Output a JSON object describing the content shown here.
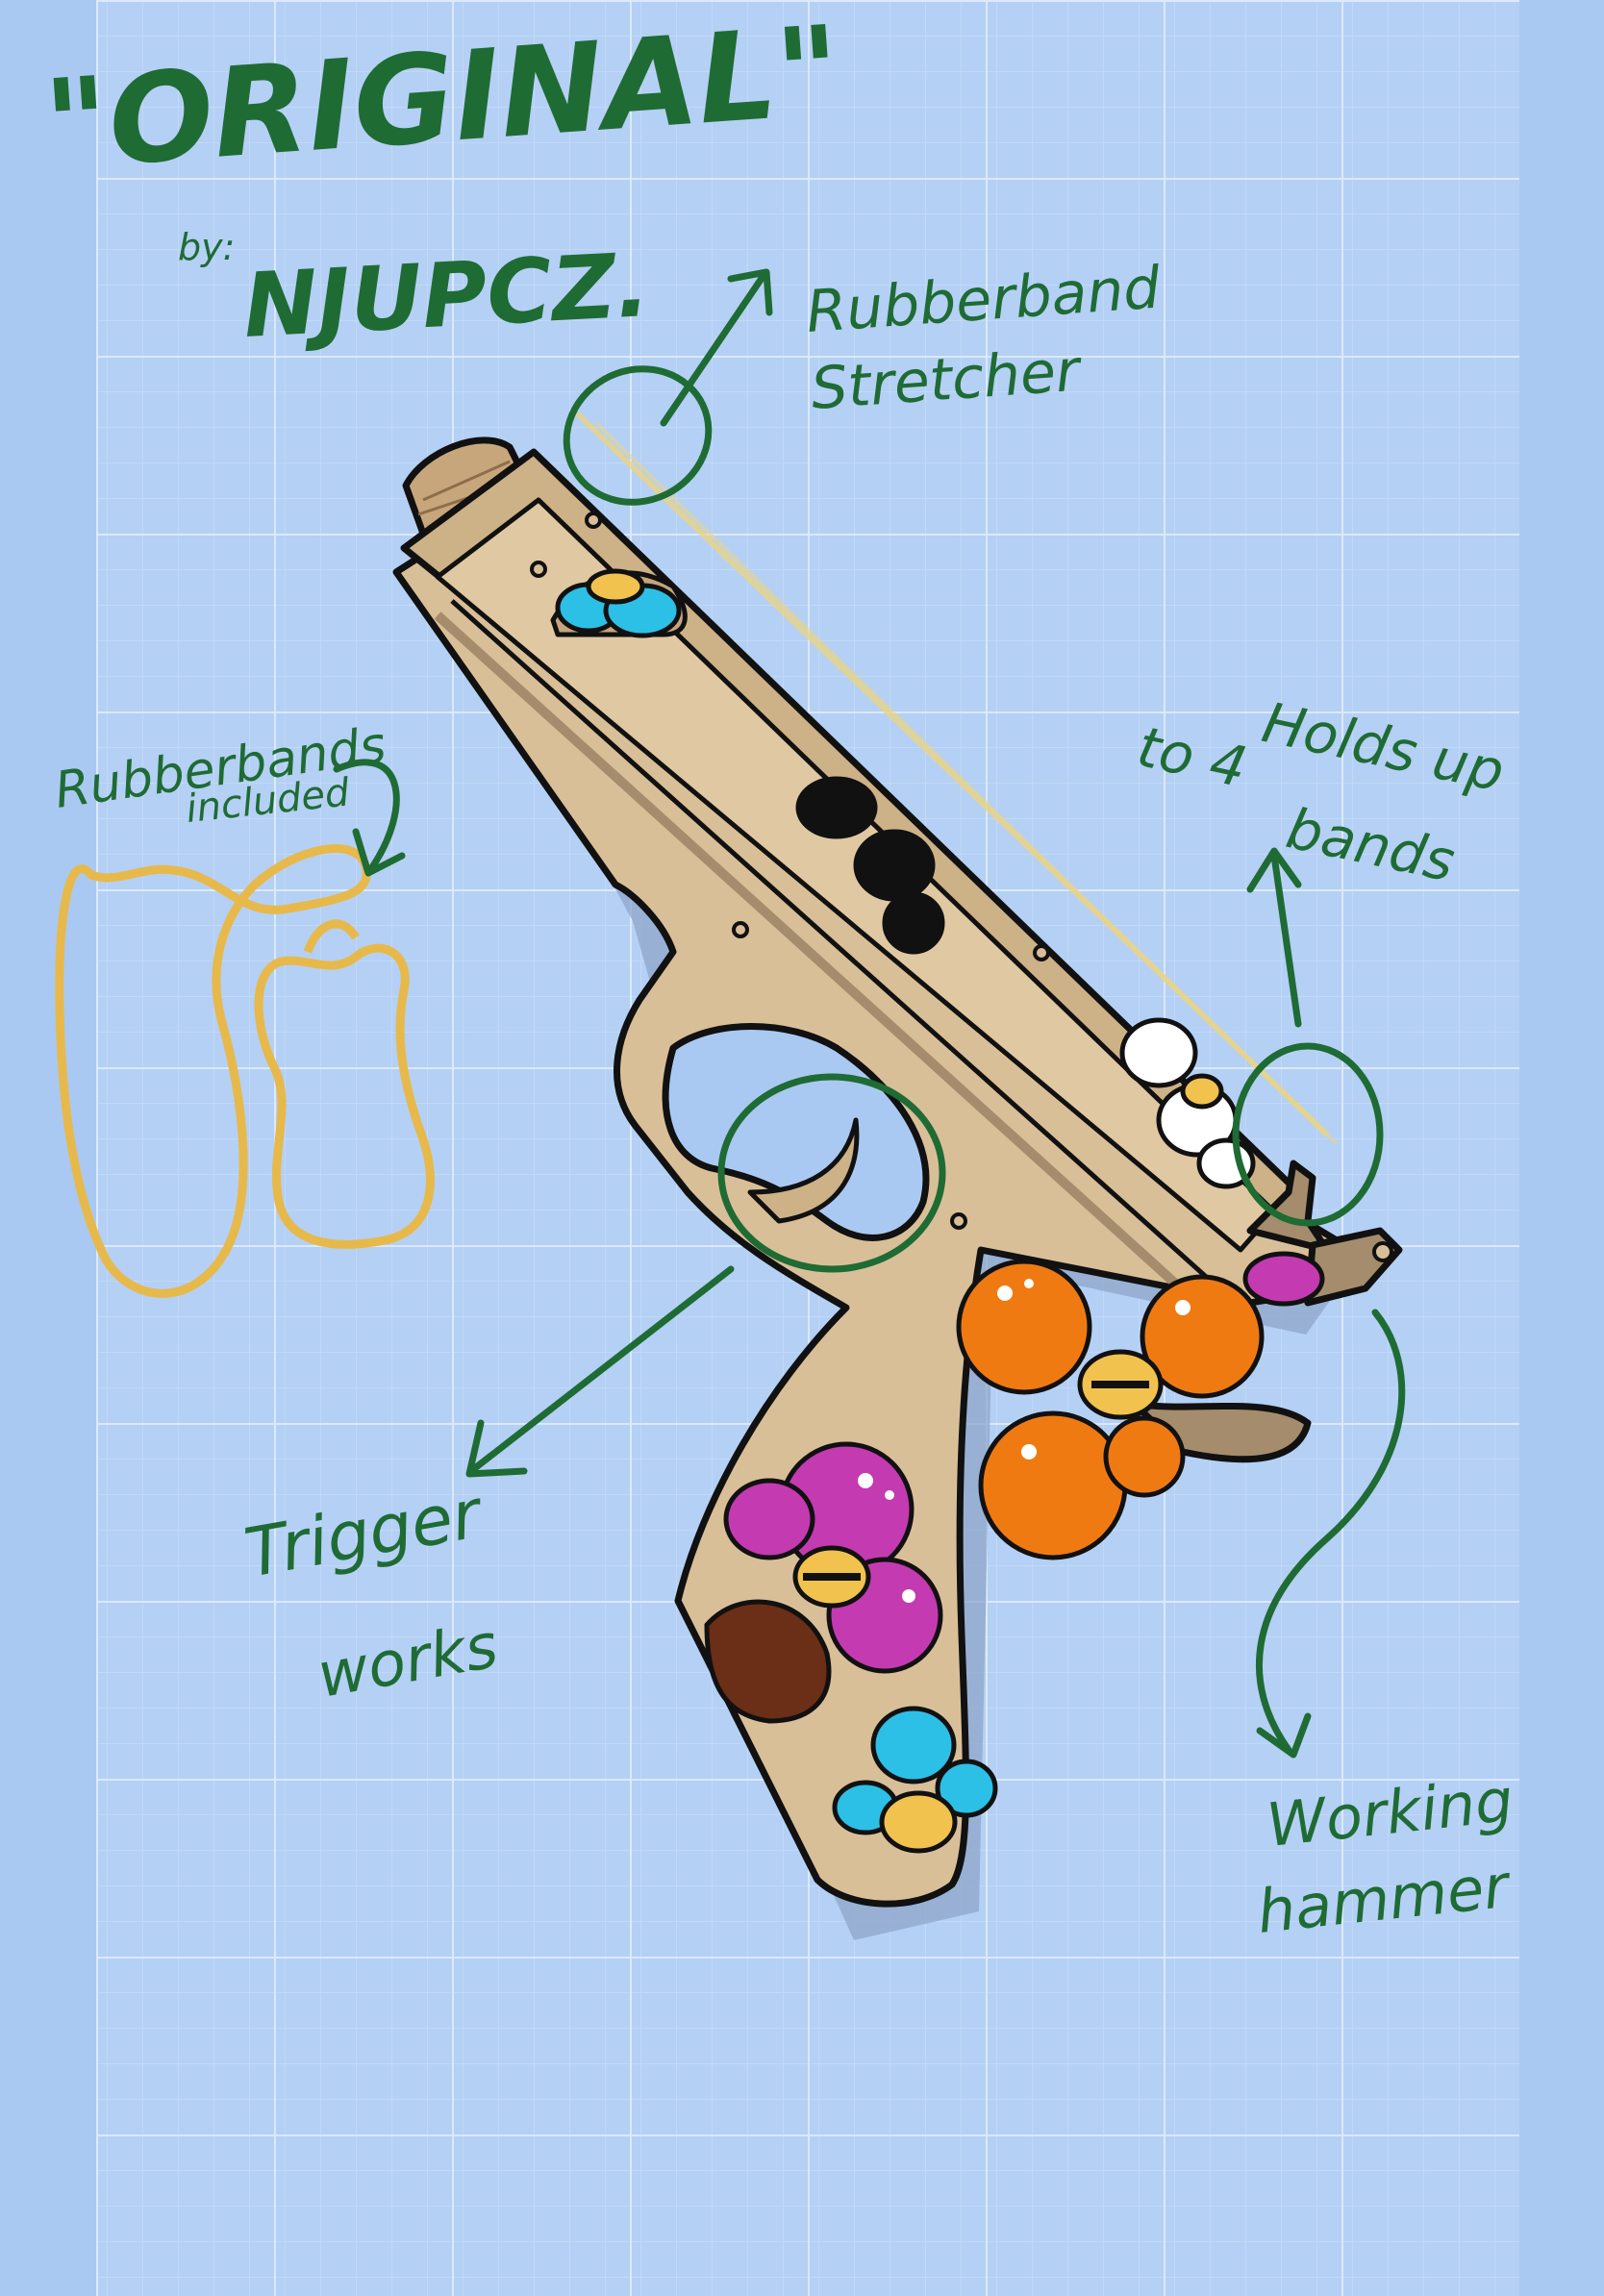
{
  "colors": {
    "background": "#a9c9f2",
    "grid_major": "#d6e6fb",
    "grid_minor": "#c2d8f6",
    "ink": "#1f6b34",
    "wood": "#d9bf98",
    "wood_dark": "#a58c6c",
    "outline": "#111111",
    "rubberband": "#e7b94a",
    "flower_orange": "#f07a12",
    "flower_magenta": "#c43ab0",
    "flower_cyan": "#2cc0e6",
    "flower_brown": "#6b2e17",
    "flower_yellow": "#f2c24e"
  },
  "title": {
    "text": "\"ORIGINAL\"",
    "byline_prefix": "by:",
    "signature": "NJUPCZ."
  },
  "annotations": {
    "stretcher_line1": "Rubberband",
    "stretcher_line2": "Stretcher",
    "bands_line1": "Rubberbands",
    "bands_line2": "included",
    "holds_line1": "Holds up",
    "holds_line2": "to 4",
    "holds_line3": "bands",
    "trigger_line1": "Trigger",
    "trigger_line2": "works",
    "hammer_line1": "Working",
    "hammer_line2": "hammer"
  },
  "icons": [
    "rubber-band-pistol-icon",
    "rubber-band-icon",
    "flower-icon",
    "arrow-icon",
    "circle-marker-icon"
  ]
}
